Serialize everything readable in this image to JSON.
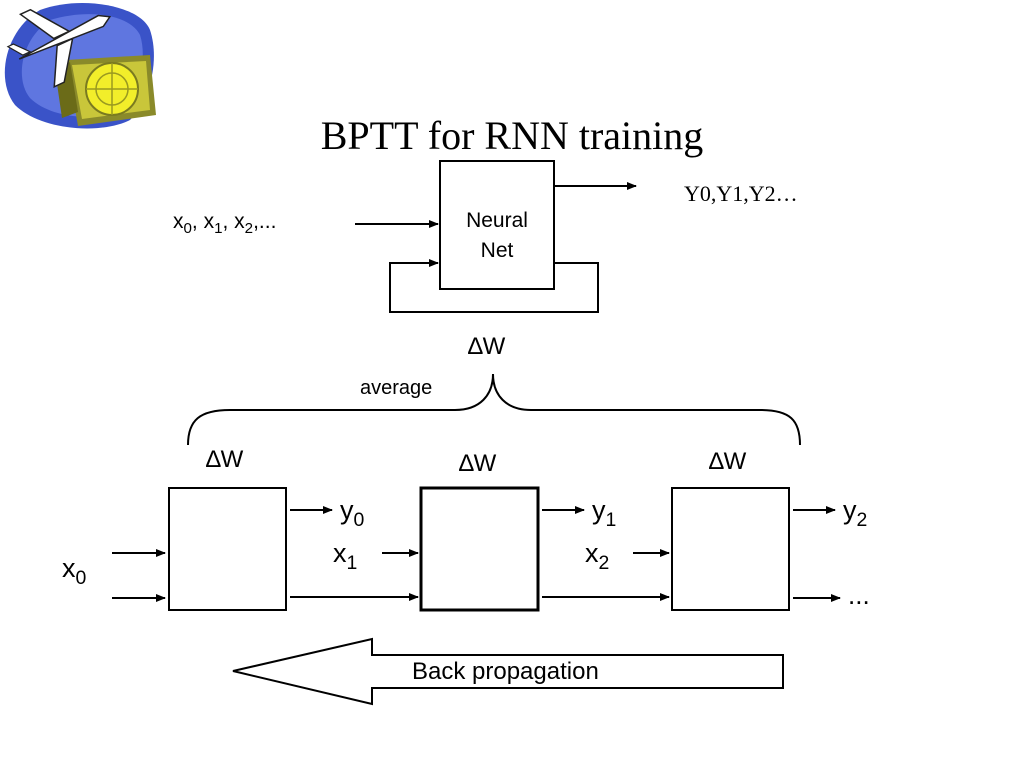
{
  "title": "BPTT for RNN training",
  "top_diagram": {
    "box_label_line1": "Neural",
    "box_label_line2": "Net",
    "input_label": "x",
    "input_sub": [
      "0",
      "1",
      "2"
    ],
    "input_seps": [
      ", ",
      ", ",
      ",..."
    ],
    "output_label": "Y0,Y1,Y2…"
  },
  "aggregate": {
    "delta_w": "∆W",
    "brace_label": "average"
  },
  "unrolled": {
    "delta_w_labels": [
      "∆W",
      "∆W",
      "∆W"
    ],
    "outputs": [
      {
        "base": "y",
        "sub": "0"
      },
      {
        "base": "y",
        "sub": "1"
      },
      {
        "base": "y",
        "sub": "2"
      }
    ],
    "inputs": [
      {
        "base": "x",
        "sub": "0"
      },
      {
        "base": "x",
        "sub": "1"
      },
      {
        "base": "x",
        "sub": "2"
      }
    ],
    "continuation": "..."
  },
  "back_arrow_label": "Back propagation",
  "colors": {
    "logo_blue": "#3a53c8",
    "logo_yellow": "#f2ee2a",
    "logo_olive": "#c9c63a",
    "stroke": "#000000"
  },
  "icons": [
    "airplane-radar-logo-icon"
  ]
}
